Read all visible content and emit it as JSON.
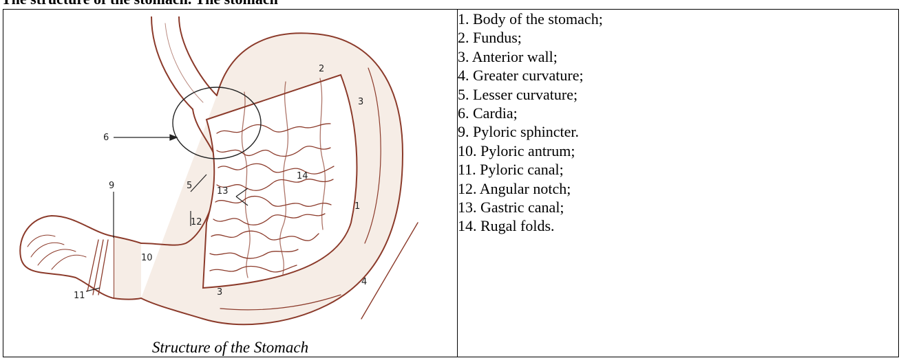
{
  "page": {
    "cut_heading": "The structure of the stomach. The stomach"
  },
  "figure": {
    "caption": "Structure of the Stomach",
    "diagram_numbers": {
      "n1": "1",
      "n2": "2",
      "n3a": "3",
      "n3b": "3",
      "n4": "4",
      "n5": "5",
      "n6": "6",
      "n9": "9",
      "n10": "10",
      "n11": "11",
      "n12": "12",
      "n13": "13",
      "n14": "14"
    },
    "colors": {
      "ink": "#8b3a2a",
      "fill": "#f6ede6"
    }
  },
  "legend": {
    "items": [
      "1. Body of the stomach;",
      "2. Fundus;",
      "3. Anterior wall;",
      "4. Greater curvature;",
      "5. Lesser curvature;",
      "6. Cardia;",
      "9. Pyloric sphincter.",
      "10. Pyloric antrum;",
      "11. Pyloric canal;",
      "12. Angular notch;",
      "13. Gastric canal;",
      "14. Rugal folds."
    ]
  }
}
